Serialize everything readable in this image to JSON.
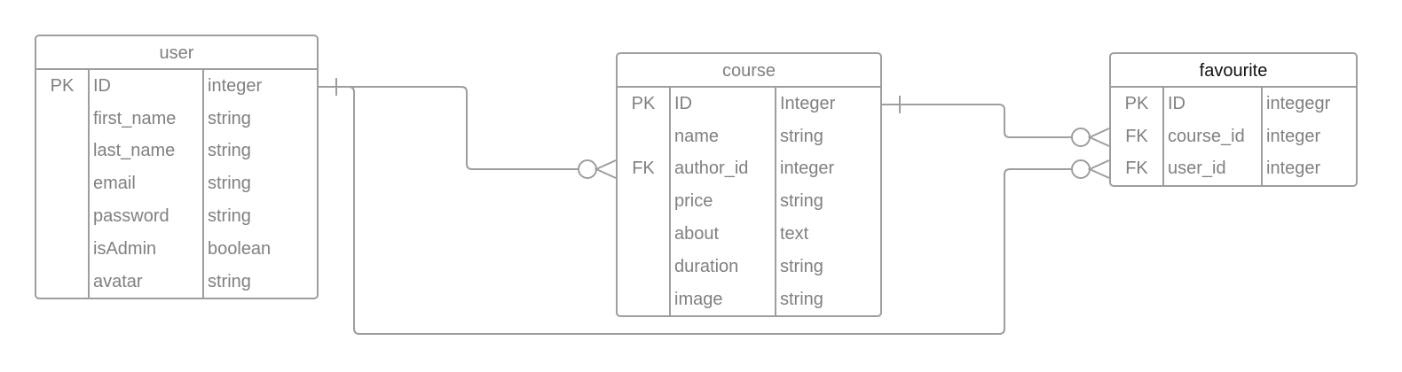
{
  "entities": {
    "user": {
      "title": "user",
      "rows": [
        {
          "key": "PK",
          "name": "ID",
          "type": "integer"
        },
        {
          "key": "",
          "name": "first_name",
          "type": "string"
        },
        {
          "key": "",
          "name": "last_name",
          "type": "string"
        },
        {
          "key": "",
          "name": "email",
          "type": "string"
        },
        {
          "key": "",
          "name": "password",
          "type": "string"
        },
        {
          "key": "",
          "name": "isAdmin",
          "type": "boolean"
        },
        {
          "key": "",
          "name": "avatar",
          "type": "string"
        }
      ]
    },
    "course": {
      "title": "course",
      "rows": [
        {
          "key": "PK",
          "name": "ID",
          "type": "Integer"
        },
        {
          "key": "",
          "name": "name",
          "type": "string"
        },
        {
          "key": "FK",
          "name": "author_id",
          "type": "integer"
        },
        {
          "key": "",
          "name": "price",
          "type": "string"
        },
        {
          "key": "",
          "name": "about",
          "type": "text"
        },
        {
          "key": "",
          "name": "duration",
          "type": "string"
        },
        {
          "key": "",
          "name": "image",
          "type": "string"
        }
      ]
    },
    "favourite": {
      "title": "favourite",
      "rows": [
        {
          "key": "PK",
          "name": "ID",
          "type": "integegr"
        },
        {
          "key": "FK",
          "name": "course_id",
          "type": "integer"
        },
        {
          "key": "FK",
          "name": "user_id",
          "type": "integer"
        }
      ]
    }
  },
  "relationships": [
    {
      "from": "user.ID",
      "to": "course.author_id",
      "from_cardinality": "one",
      "to_cardinality": "zero-or-many"
    },
    {
      "from": "course.ID",
      "to": "favourite.course_id",
      "from_cardinality": "one",
      "to_cardinality": "zero-or-many"
    },
    {
      "from": "user.ID",
      "to": "favourite.user_id",
      "from_cardinality": "one",
      "to_cardinality": "zero-or-many"
    }
  ],
  "colors": {
    "line": "#9e9e9e",
    "text": "#808080",
    "title_dark": "#111111"
  }
}
